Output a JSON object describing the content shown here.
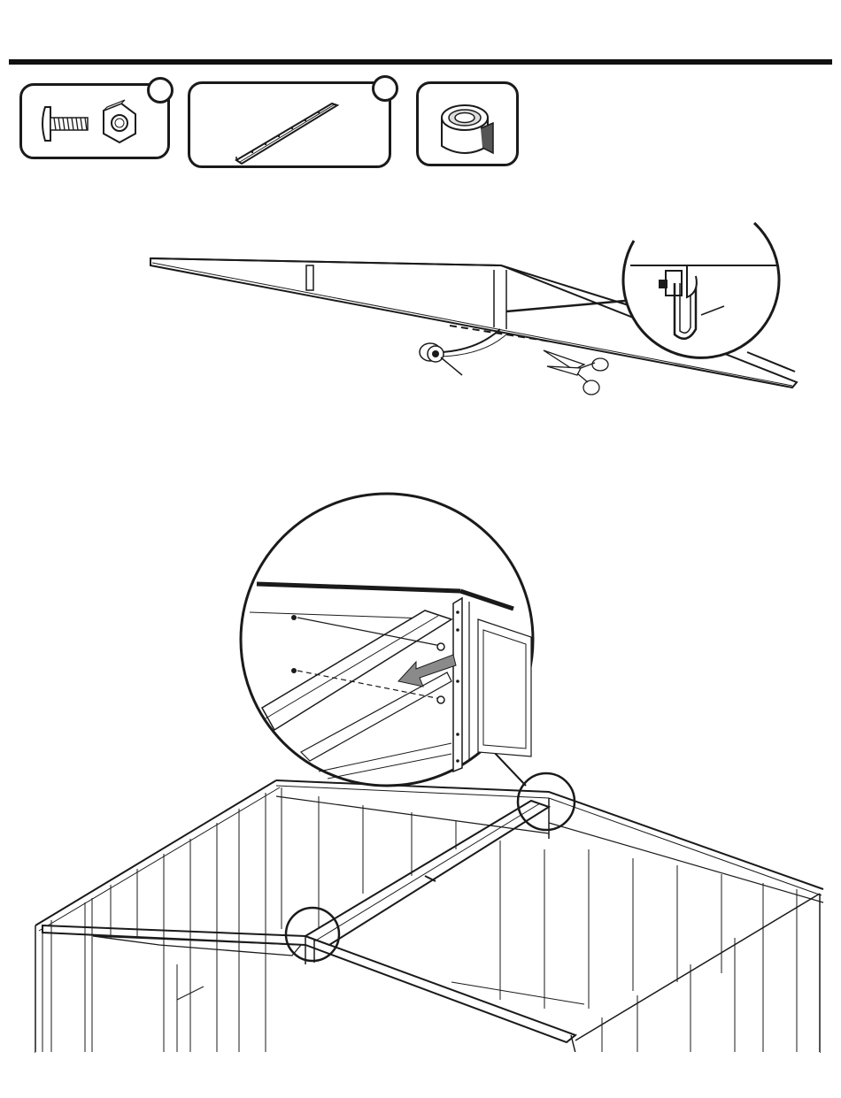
{
  "document": {
    "type": "assembly-instruction-step",
    "text": []
  },
  "parts": [
    {
      "name": "bolt-and-nut",
      "icon": "bolt-nut-icon",
      "has_callout": true
    },
    {
      "name": "roof-beam-bracket",
      "icon": "roof-beam-icon",
      "has_callout": true
    },
    {
      "name": "foam-tape-roll",
      "icon": "tape-roll-icon",
      "has_callout": false
    }
  ],
  "illustrations": [
    {
      "name": "tape-application-diagram",
      "icons": [
        "tape-roll-icon",
        "scissors-icon",
        "magnifier-detail-icon"
      ]
    },
    {
      "name": "roof-beam-installation-diagram",
      "icons": [
        "magnifier-detail-icon",
        "arrow-icon",
        "shed-frame-icon"
      ]
    }
  ],
  "colors": {
    "line": "#1a1a1a",
    "arrow": "#8a8a8a",
    "background": "#ffffff"
  }
}
